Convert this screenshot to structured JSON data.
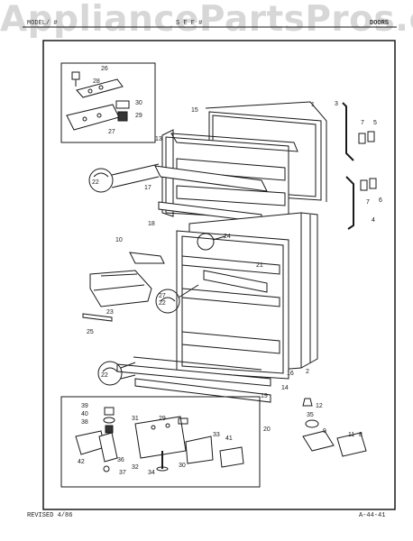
{
  "watermark": "AppliancePartsPros.com",
  "header": {
    "left_text": "MODEL/ #",
    "center_text": "S E E #",
    "section_title": "DOORS"
  },
  "footer": {
    "revised": "REVISED 4/86",
    "drawing_code": "A-44-41"
  },
  "callouts": [
    "1",
    "2",
    "3",
    "4",
    "5",
    "6",
    "7",
    "7",
    "8",
    "9",
    "10",
    "11",
    "12",
    "13",
    "14",
    "15",
    "16",
    "17",
    "18",
    "19",
    "20",
    "21",
    "22",
    "22",
    "22",
    "23",
    "24",
    "25",
    "26",
    "27",
    "27",
    "28",
    "29",
    "29",
    "30",
    "30",
    "31",
    "32",
    "33",
    "34",
    "35",
    "36",
    "37",
    "38",
    "39",
    "40",
    "41",
    "42"
  ],
  "colors": {
    "line": "#1a1a1a",
    "frame": "#2a2a2a",
    "paper": "#ffffff"
  }
}
